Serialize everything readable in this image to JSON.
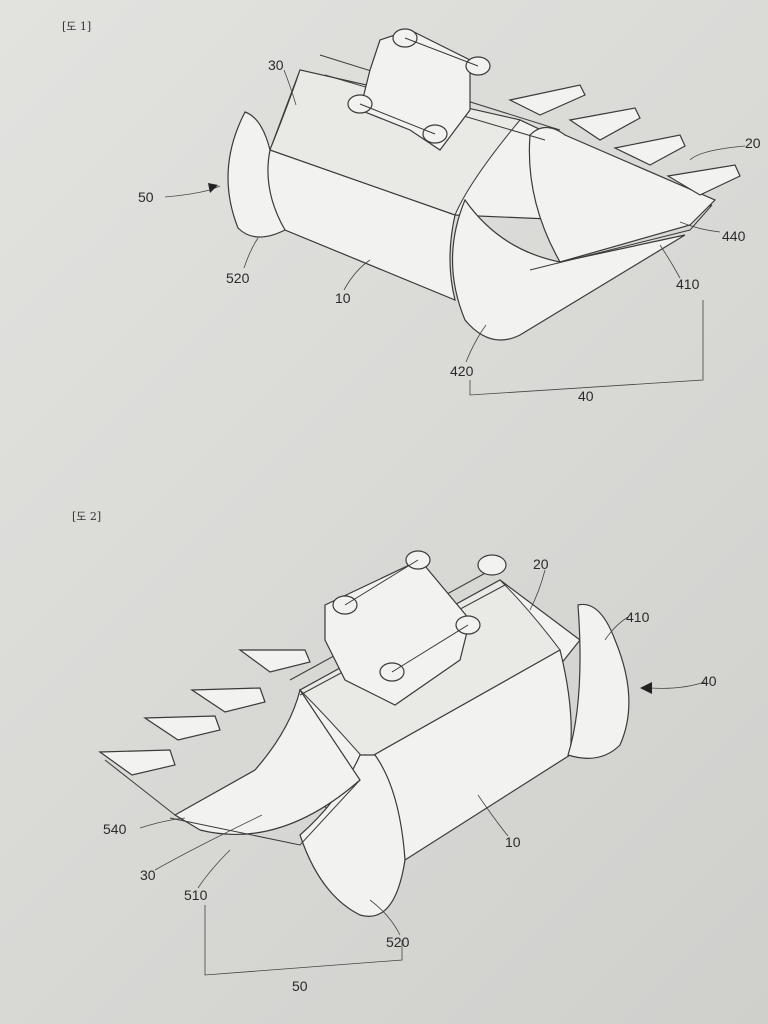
{
  "figures": [
    {
      "label": "[도 1]",
      "refs": {
        "r30": "30",
        "r20": "20",
        "r50": "50",
        "r440": "440",
        "r520": "520",
        "r10": "10",
        "r410": "410",
        "r420": "420",
        "r40": "40"
      }
    },
    {
      "label": "[도 2]",
      "refs": {
        "r20": "20",
        "r410": "410",
        "r40": "40",
        "r540": "540",
        "r30": "30",
        "r10": "10",
        "r510": "510",
        "r520": "520",
        "r50": "50"
      }
    }
  ]
}
